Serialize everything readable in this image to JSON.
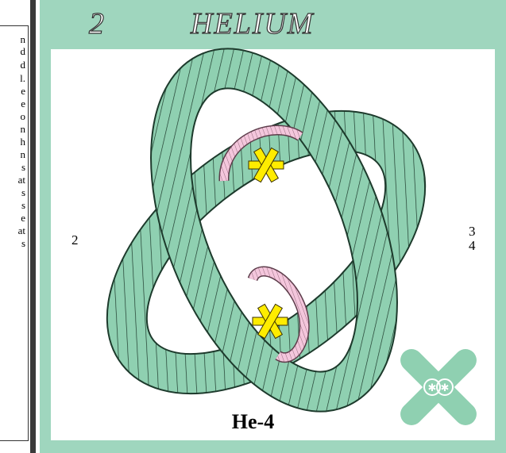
{
  "element": {
    "number": "2",
    "name": "HELIUM"
  },
  "left_text_fragments": [
    "n",
    "d",
    "d",
    "l.",
    "e",
    "e",
    "o",
    "n",
    "h",
    "n",
    "s",
    "at",
    "s",
    "s",
    "e",
    "at",
    "s"
  ],
  "diagram": {
    "left_number": "2",
    "right_numbers": [
      "3",
      "4"
    ],
    "isotope_label": "He-4"
  },
  "colors": {
    "card_bg": "#9fd6be",
    "torus_fill": "#8fd0b1",
    "proton_ring": "#f4c6dc",
    "nucleus_star": "#ffec00",
    "divider": "#3a3a3a"
  },
  "icons": [
    "torus-ring",
    "proton-ring-icon",
    "nucleus-star-icon",
    "x-cross-icon"
  ]
}
